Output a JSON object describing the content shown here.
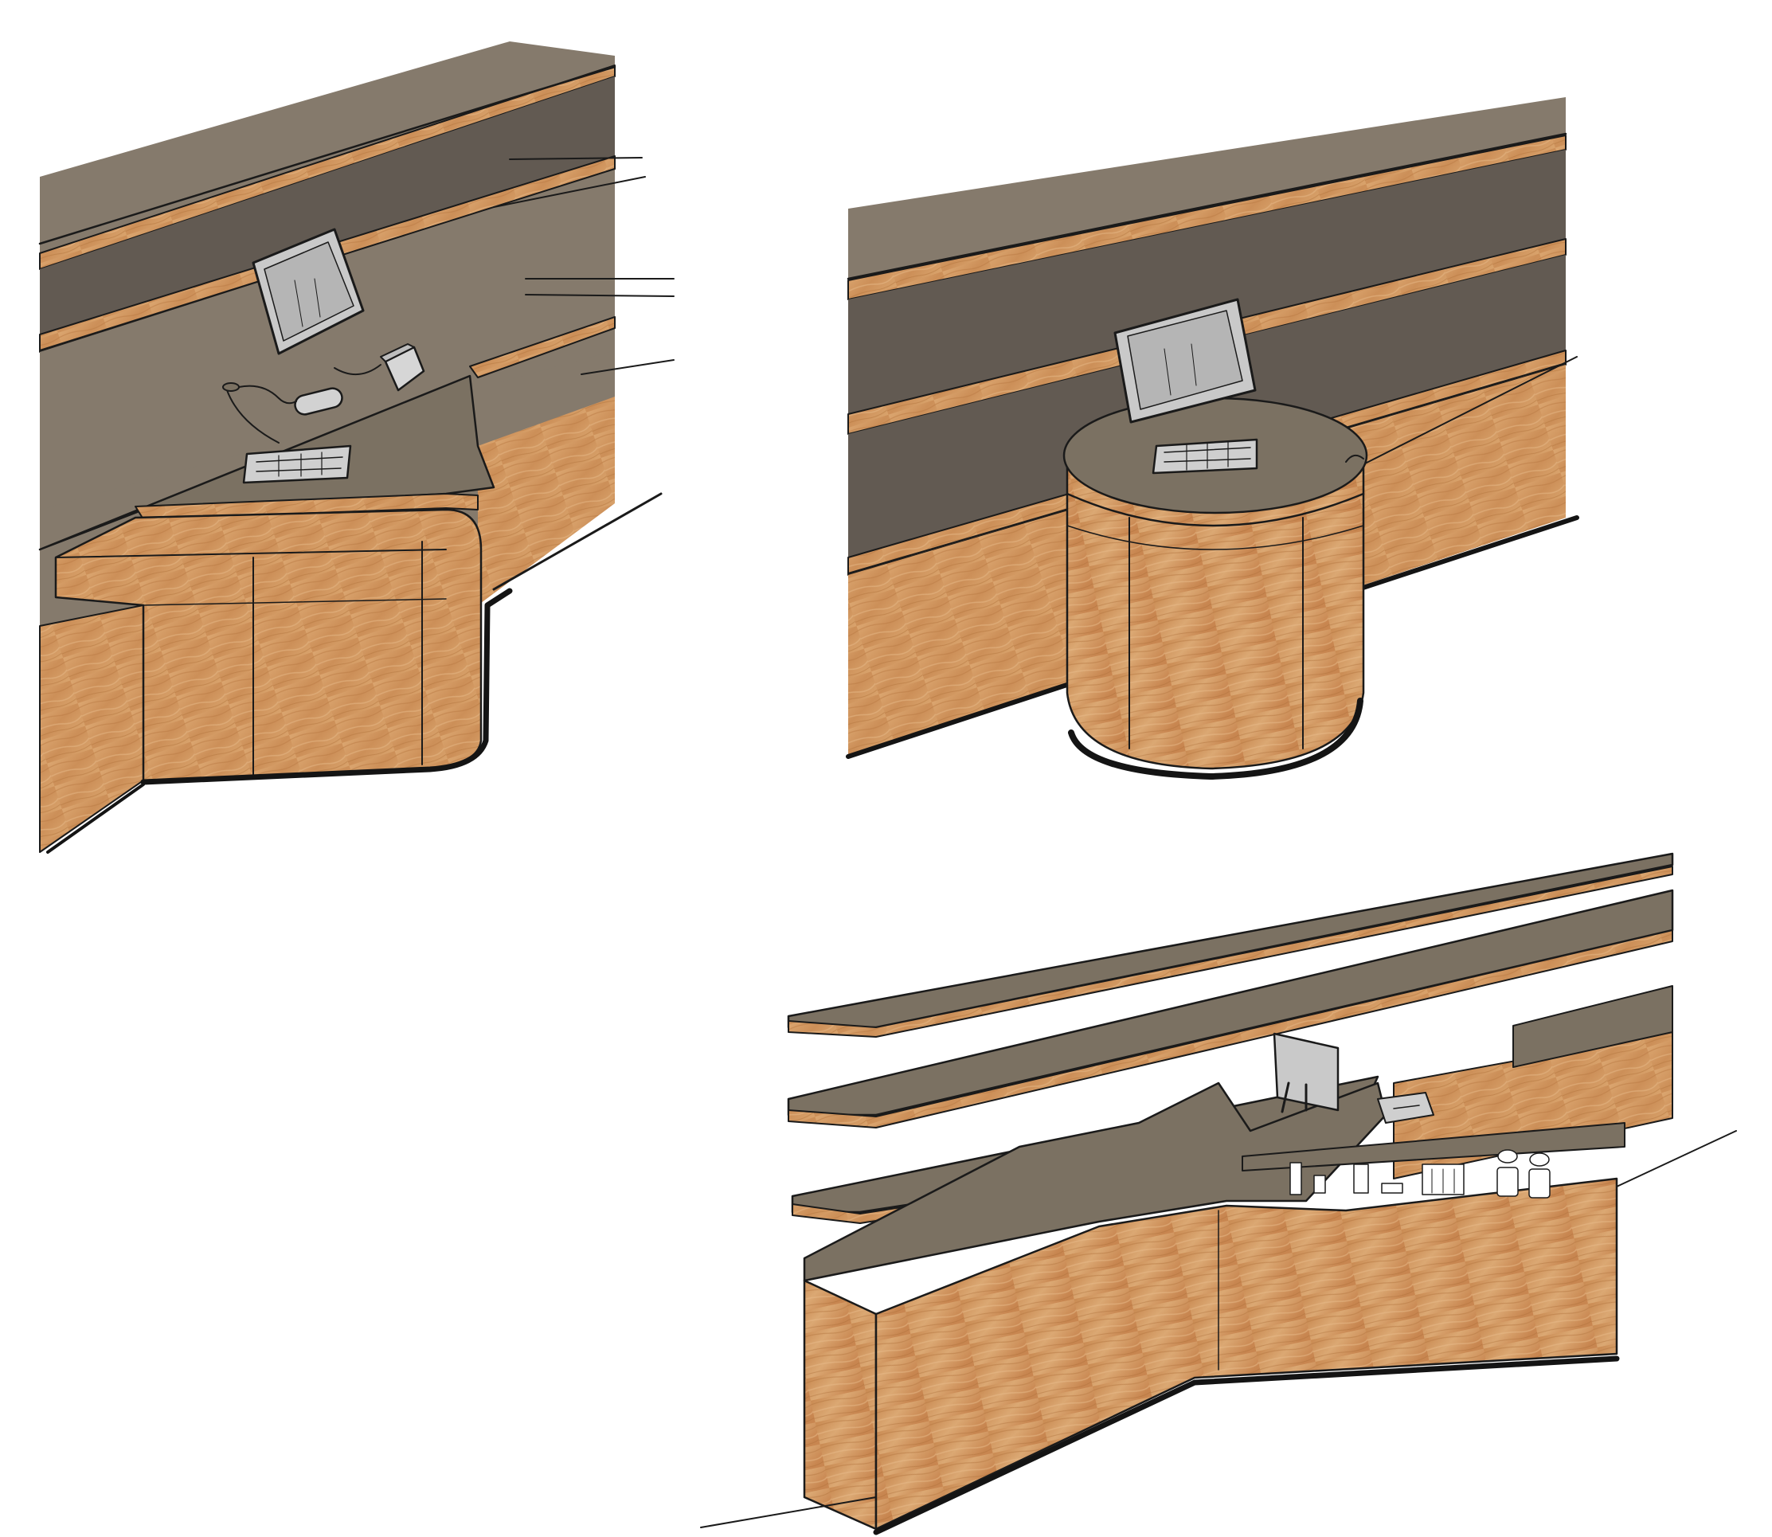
{
  "colors": {
    "background": "#ffffff",
    "panel_gray": "#857a6c",
    "panel_dark": "#625a52",
    "counter_top": "#7b7162",
    "wood_light": "#d7a06b",
    "wood_mid": "#c98c55",
    "wood_dark": "#b5773f",
    "ink": "#1a1a1a",
    "screen": "#c9c9c9",
    "screen_frame": "#a8a8a8",
    "shadow": "#141414"
  },
  "sketches": [
    {
      "name": "angled-reception-desk",
      "elements": [
        "back-wall-panel",
        "wood-rails",
        "desk-counter",
        "monitor",
        "keyboard",
        "mouse",
        "speaker",
        "cable-grommet"
      ]
    },
    {
      "name": "cylindrical-reception-desk",
      "elements": [
        "back-wall-panel",
        "wood-rails",
        "drum-desk",
        "monitor",
        "keyboard"
      ]
    },
    {
      "name": "long-counter-with-shelves",
      "elements": [
        "floating-shelves",
        "counter",
        "monitor",
        "card-terminal",
        "cups-and-containers"
      ]
    }
  ],
  "icons": {
    "monitor": "monitor-icon",
    "keyboard": "keyboard-icon",
    "mouse": "mouse-icon",
    "speaker": "speaker-icon",
    "cup": "cup-icon"
  }
}
